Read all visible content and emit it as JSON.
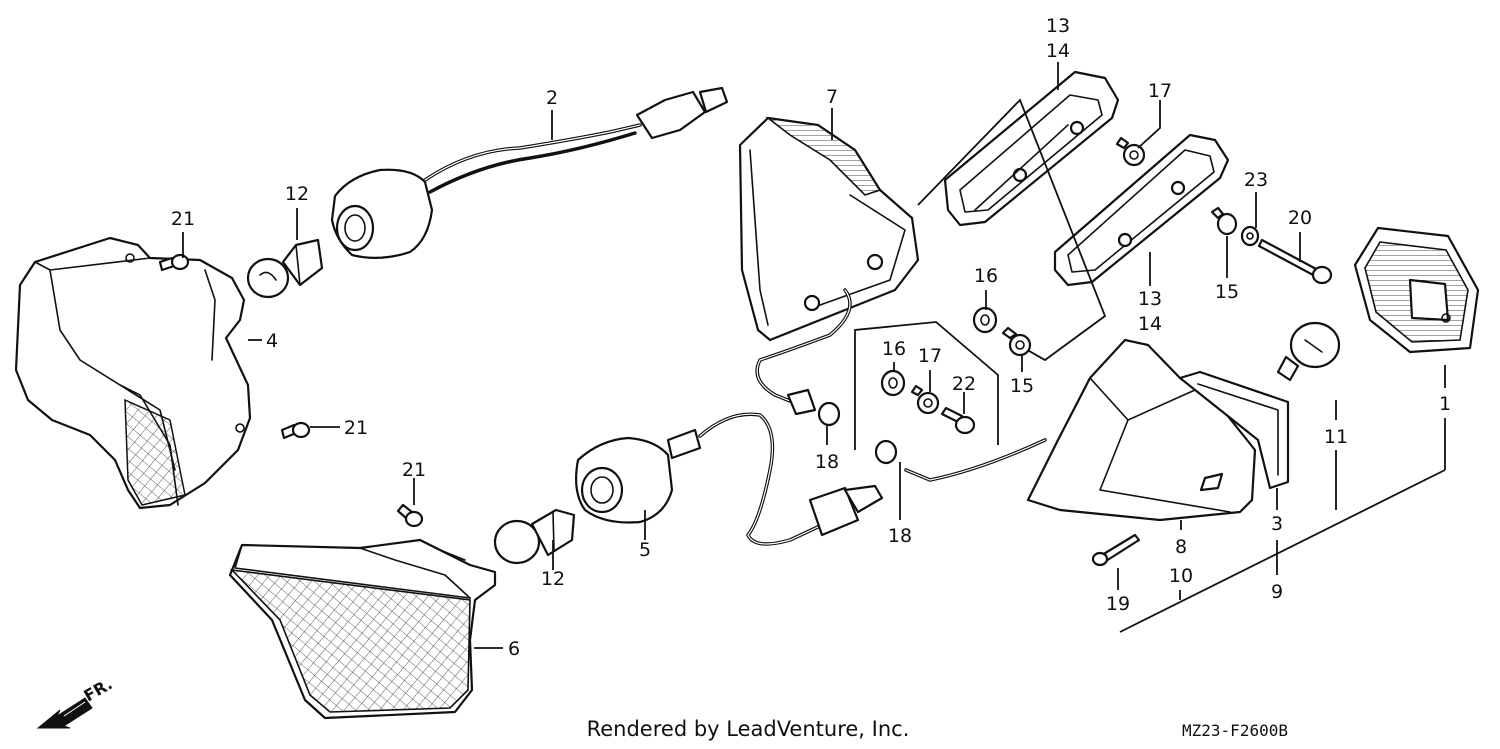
{
  "callouts": {
    "c1": "1",
    "c2": "2",
    "c3": "3",
    "c4": "4",
    "c5": "5",
    "c6": "6",
    "c7": "7",
    "c8": "8",
    "c9": "9",
    "c10": "10",
    "c11": "11",
    "c12a": "12",
    "c12b": "12",
    "c13a": "13",
    "c14a": "14",
    "c13b": "13",
    "c14b": "14",
    "c15a": "15",
    "c15b": "15",
    "c16a": "16",
    "c16b": "16",
    "c17a": "17",
    "c17b": "17",
    "c18a": "18",
    "c18b": "18",
    "c19": "19",
    "c20": "20",
    "c21a": "21",
    "c21b": "21",
    "c21c": "21",
    "c22": "22",
    "c23": "23"
  },
  "footer": {
    "credit": "Rendered by LeadVenture, Inc.",
    "code": "MZ23-F2600B"
  },
  "direction": {
    "label": "FR."
  }
}
